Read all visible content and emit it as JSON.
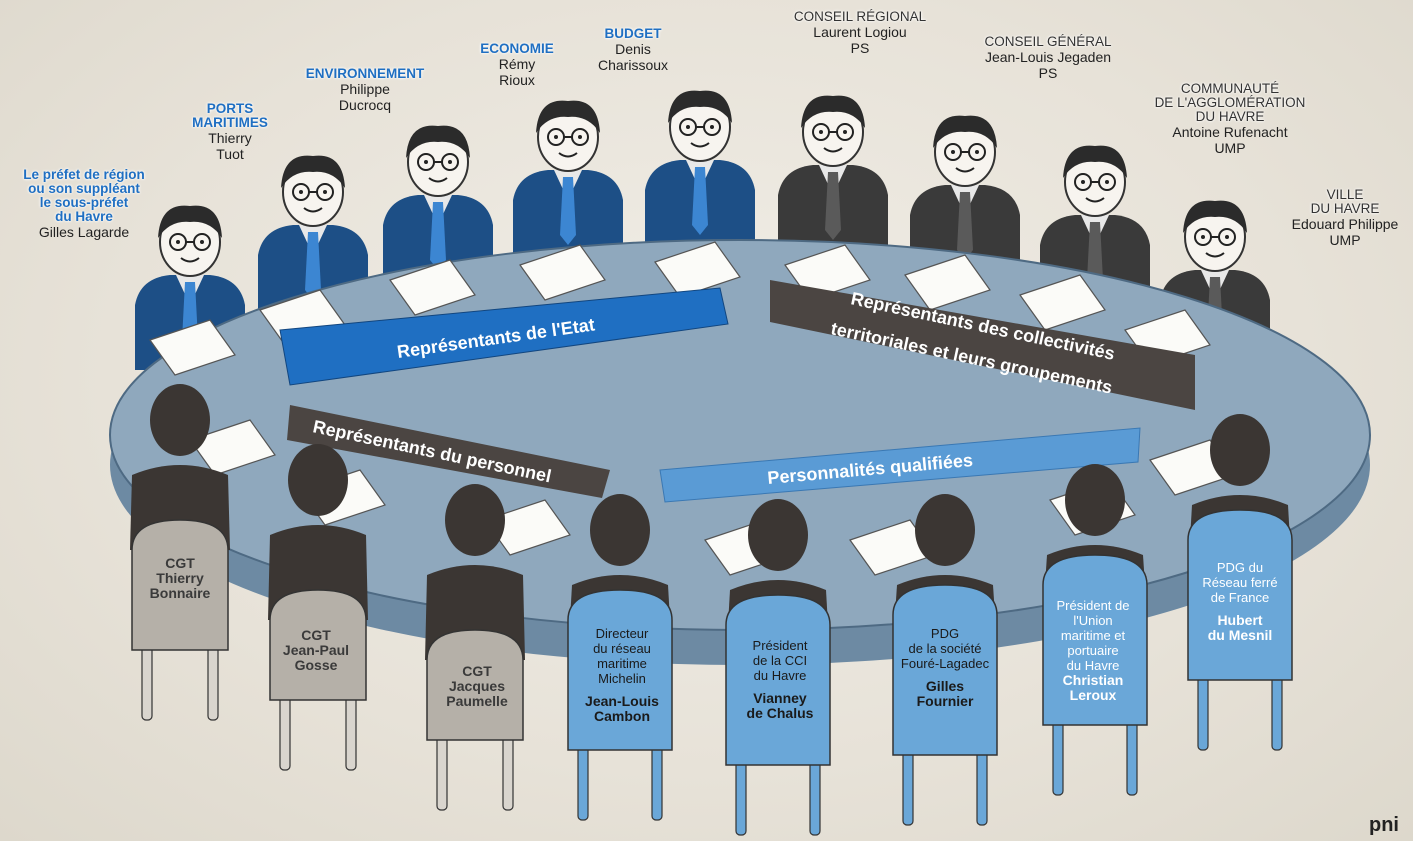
{
  "banners": {
    "state": "Représentants de l'Etat",
    "territorial_line1": "Représentants des collectivités",
    "territorial_line2": "territoriales et leurs groupements",
    "staff": "Représentants du personnel",
    "qualified": "Personnalités qualifiées"
  },
  "state_reps": [
    {
      "header": "Le préfet de région\nou son suppléant\nle sous-préfet\ndu Havre",
      "name": "Gilles Lagarde"
    },
    {
      "header": "PORTS\nMARITIMES",
      "name": "Thierry\nTuot"
    },
    {
      "header": "ENVIRONNEMENT",
      "name": "Philippe\nDucrocq"
    },
    {
      "header": "ECONOMIE",
      "name": "Rémy\nRioux"
    },
    {
      "header": "BUDGET",
      "name": "Denis\nCharissoux"
    }
  ],
  "territorial_reps": [
    {
      "header": "CONSEIL RÉGIONAL",
      "name": "Laurent Logiou\nPS"
    },
    {
      "header": "CONSEIL GÉNÉRAL",
      "name": "Jean-Louis Jegaden\nPS"
    },
    {
      "header": "COMMUNAUTÉ\nDE L'AGGLOMÉRATION\nDU HAVRE",
      "name": "Antoine Rufenacht\nUMP"
    },
    {
      "header": "VILLE\nDU HAVRE",
      "name": "Edouard Philippe\nUMP"
    }
  ],
  "staff_reps": [
    {
      "union": "CGT",
      "name": "Thierry\nBonnaire"
    },
    {
      "union": "CGT",
      "name": "Jean-Paul\nGosse"
    },
    {
      "union": "CGT",
      "name": "Jacques\nPaumelle"
    }
  ],
  "qualified": [
    {
      "role": "Directeur\ndu réseau\nmaritime\nMichelin",
      "name": "Jean-Louis\nCambon"
    },
    {
      "role": "Président\nde la CCI\ndu Havre",
      "name": "Vianney\nde Chalus"
    },
    {
      "role": "PDG\nde la société\nFouré-Lagadec",
      "name": "Gilles\nFournier"
    },
    {
      "role": "Président de\nl'Union\nmaritime et\nportuaire\ndu Havre",
      "name": "Christian\nLeroux"
    },
    {
      "role": "PDG du\nRéseau ferré\nde France",
      "name": "Hubert\ndu Mesnil"
    }
  ],
  "credit": "pni",
  "colors": {
    "state_blue": "#1f6fc2",
    "suit_blue": "#1d4f86",
    "suit_dark": "#3a3a3a",
    "table": "#8fa8bd",
    "chair_blue": "#6aa7d8",
    "chair_grey": "#b5b0a8",
    "silhouette": "#3b3633"
  }
}
